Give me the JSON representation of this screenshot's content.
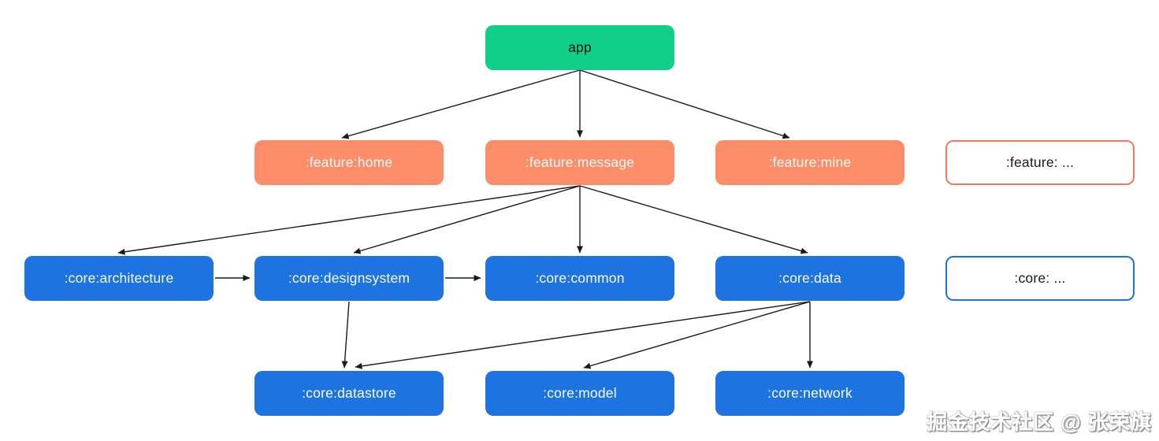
{
  "diagram": {
    "type": "module-dependency-graph",
    "description": "App module dependency diagram with app, feature and core layers"
  },
  "nodes": {
    "app": {
      "label": "app"
    },
    "feature_home": {
      "label": ":feature:home"
    },
    "feature_message": {
      "label": ":feature:message"
    },
    "feature_mine": {
      "label": ":feature:mine"
    },
    "feature_more": {
      "label": ":feature: ..."
    },
    "core_architecture": {
      "label": ":core:architecture"
    },
    "core_designsystem": {
      "label": ":core:designsystem"
    },
    "core_common": {
      "label": ":core:common"
    },
    "core_data": {
      "label": ":core:data"
    },
    "core_more": {
      "label": ":core: ..."
    },
    "core_datastore": {
      "label": ":core:datastore"
    },
    "core_model": {
      "label": ":core:model"
    },
    "core_network": {
      "label": ":core:network"
    }
  },
  "edges": [
    {
      "from": "app",
      "to": ":feature:home"
    },
    {
      "from": "app",
      "to": ":feature:message"
    },
    {
      "from": "app",
      "to": ":feature:mine"
    },
    {
      "from": ":feature:message",
      "to": ":core:architecture"
    },
    {
      "from": ":feature:message",
      "to": ":core:designsystem"
    },
    {
      "from": ":feature:message",
      "to": ":core:common"
    },
    {
      "from": ":feature:message",
      "to": ":core:data"
    },
    {
      "from": ":core:architecture",
      "to": ":core:designsystem"
    },
    {
      "from": ":core:designsystem",
      "to": ":core:common"
    },
    {
      "from": ":core:designsystem",
      "to": ":core:datastore"
    },
    {
      "from": ":core:data",
      "to": ":core:datastore"
    },
    {
      "from": ":core:data",
      "to": ":core:model"
    },
    {
      "from": ":core:data",
      "to": ":core:network"
    }
  ],
  "colors": {
    "app_fill": "#10d089",
    "feature_fill": "#fc8d68",
    "feature_outline": "#f4795b",
    "core_fill": "#1d73e0",
    "core_outline": "#1d73e0",
    "edge": "#1a1a1a",
    "background": "#ffffff"
  },
  "watermark": {
    "text": "掘金技术社区 @ 张荣旗"
  }
}
